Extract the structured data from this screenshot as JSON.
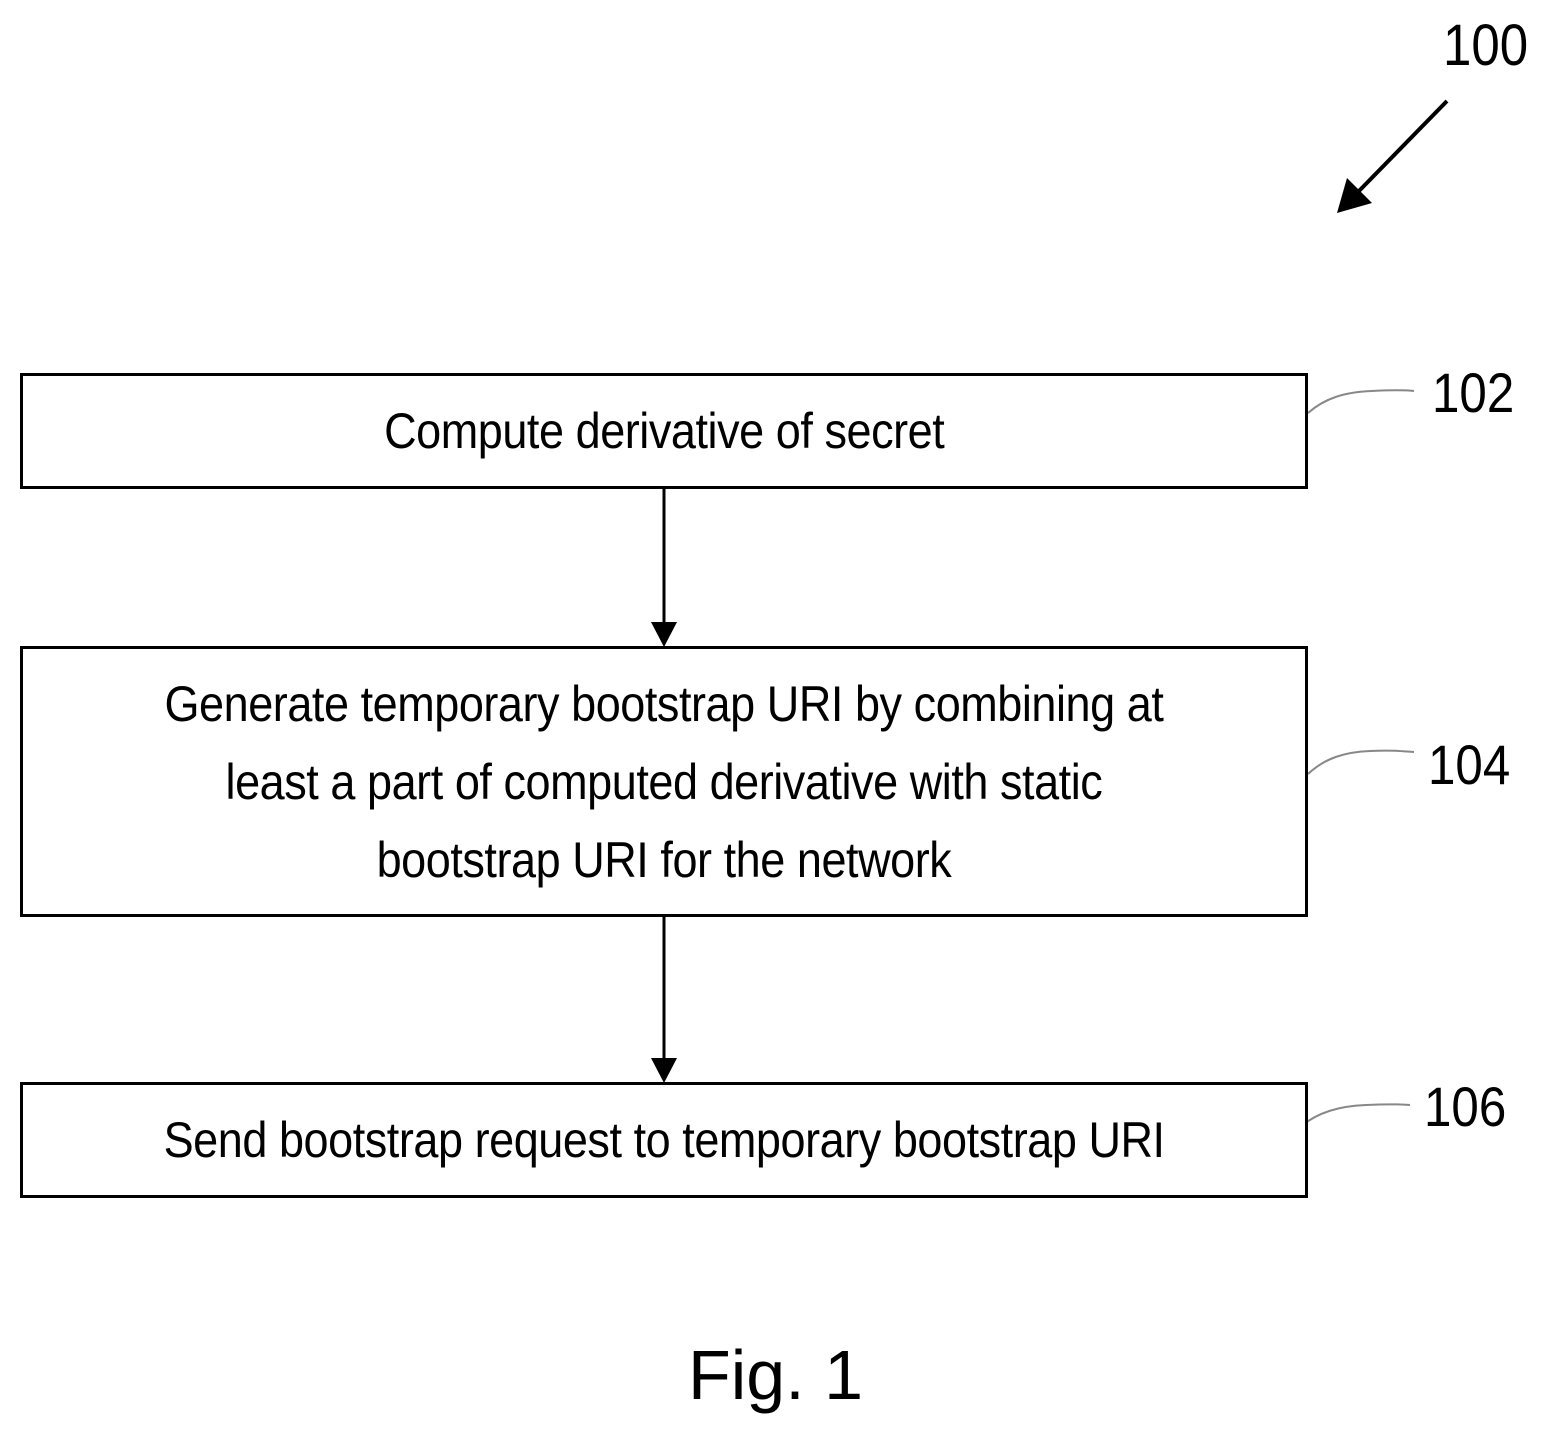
{
  "figure": {
    "reference_numeral": "100",
    "caption": "Fig. 1"
  },
  "steps": [
    {
      "ref": "102",
      "text": "Compute derivative of secret"
    },
    {
      "ref": "104",
      "text": "Generate temporary bootstrap URI by combining at\nleast a part of computed derivative with static\nbootstrap URI for the network"
    },
    {
      "ref": "106",
      "text": "Send bootstrap request to temporary bootstrap URI"
    }
  ],
  "connectors": [
    {
      "from": "102",
      "to": "104"
    },
    {
      "from": "104",
      "to": "106"
    }
  ],
  "colors": {
    "line": "#000000",
    "leader_line": "#888888",
    "background": "#ffffff"
  }
}
